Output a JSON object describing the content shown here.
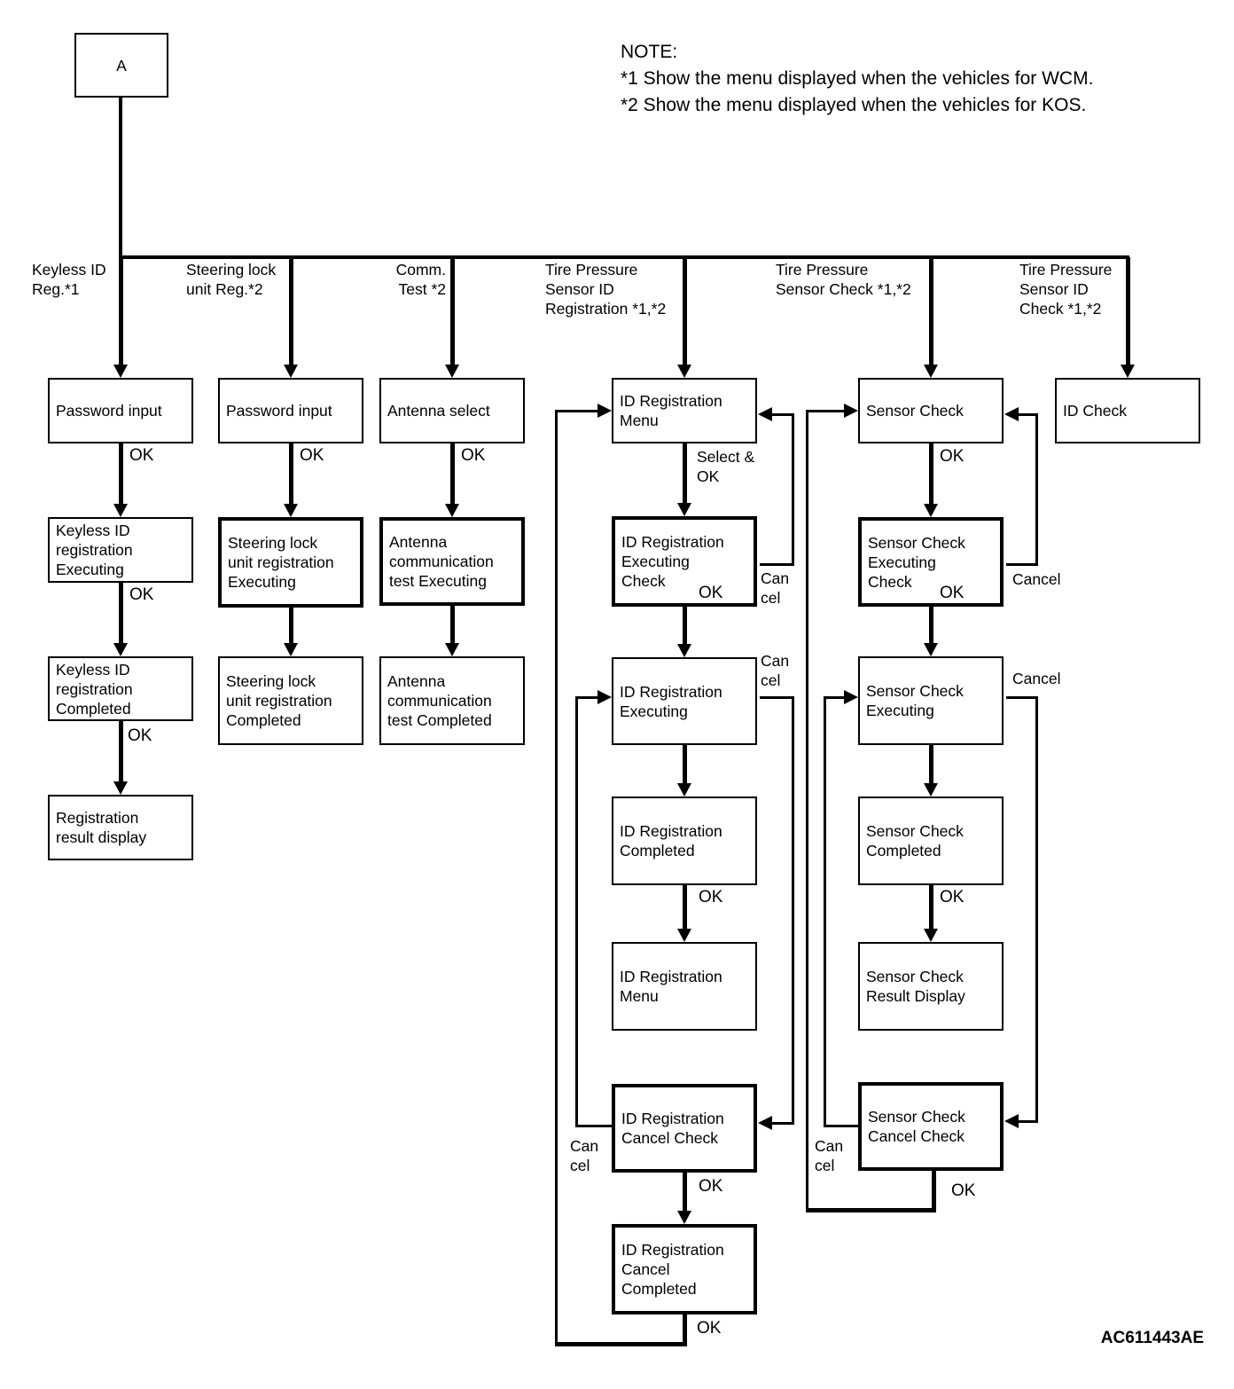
{
  "start": {
    "label": "A"
  },
  "note": {
    "title": "NOTE:",
    "items": [
      "*1 Show the menu displayed when the vehicles for WCM.",
      "*2 Show the menu displayed when the vehicles for KOS."
    ]
  },
  "headers": {
    "keyless": [
      "Keyless ID",
      "Reg.*1"
    ],
    "steering": [
      "Steering lock",
      "unit Reg.*2"
    ],
    "comm": [
      "Comm.",
      "Test *2"
    ],
    "tps_id_reg": [
      "Tire Pressure",
      "Sensor ID",
      "Registration *1,*2"
    ],
    "tps_check": [
      "Tire Pressure",
      "Sensor Check *1,*2"
    ],
    "tps_id_check": [
      "Tire Pressure",
      "Sensor ID",
      "Check *1,*2"
    ]
  },
  "boxes": {
    "c1_password": [
      "Password input"
    ],
    "c1_executing": [
      "Keyless ID",
      "registration",
      "Executing"
    ],
    "c1_completed": [
      "Keyless ID",
      "registration",
      "Completed"
    ],
    "c1_result": [
      "Registration",
      "result display"
    ],
    "c2_password": [
      "Password input"
    ],
    "c2_executing": [
      "Steering lock",
      "unit registration",
      "Executing"
    ],
    "c2_completed": [
      "Steering lock",
      "unit registration",
      "Completed"
    ],
    "c3_select": [
      "Antenna select"
    ],
    "c3_executing": [
      "Antenna",
      "communication",
      "test Executing"
    ],
    "c3_completed": [
      "Antenna",
      "communication",
      "test Completed"
    ],
    "c4_menu": [
      "ID Registration",
      "Menu"
    ],
    "c4_exec_check": [
      "ID Registration",
      "Executing",
      "Check"
    ],
    "c4_executing": [
      "ID Registration",
      "Executing"
    ],
    "c4_completed": [
      "ID Registration",
      "Completed"
    ],
    "c4_menu2": [
      "ID Registration",
      "Menu"
    ],
    "c4_cancel_check": [
      "ID Registration",
      "Cancel Check"
    ],
    "c4_cancel_completed": [
      "ID Registration",
      "Cancel",
      "Completed"
    ],
    "c5_menu": [
      "Sensor Check"
    ],
    "c5_exec_check": [
      "Sensor Check",
      "Executing",
      "Check"
    ],
    "c5_executing": [
      "Sensor Check",
      "Executing"
    ],
    "c5_completed": [
      "Sensor Check",
      "Completed"
    ],
    "c5_result": [
      "Sensor Check",
      "Result Display"
    ],
    "c5_cancel_check": [
      "Sensor Check",
      "Cancel Check"
    ],
    "c6_id_check": [
      "ID Check"
    ]
  },
  "labels": {
    "ok": "OK",
    "select_and": "Select &",
    "cancel": "Cancel",
    "can": "Can",
    "cel": "cel"
  },
  "figure_code": "AC611443AE",
  "colors": {
    "line": "#000000",
    "background": "#ffffff"
  }
}
